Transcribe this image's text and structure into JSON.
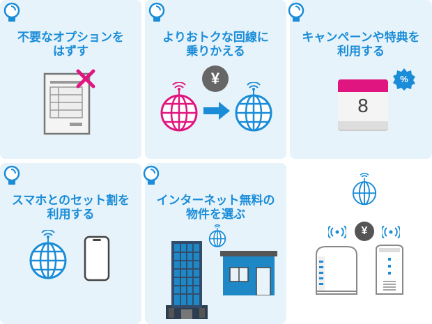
{
  "tips": [
    {
      "line1": "不要なオプションを",
      "line2": "はずす"
    },
    {
      "line1": "よりおトクな回線に",
      "line2": "乗りかえる"
    },
    {
      "line1": "キャンペーンや特典を",
      "line2": "利用する"
    },
    {
      "line1": "スマホとのセット割を",
      "line2": "利用する"
    },
    {
      "line1": "インターネット無料の",
      "line2": "物件を選ぶ"
    }
  ],
  "symbols": {
    "yen": "¥",
    "percent": "%",
    "calendar_day": "8"
  },
  "colors": {
    "accent_blue": "#1a8cd8",
    "magenta": "#e0157f",
    "card_bg": "#e6f3fa"
  }
}
